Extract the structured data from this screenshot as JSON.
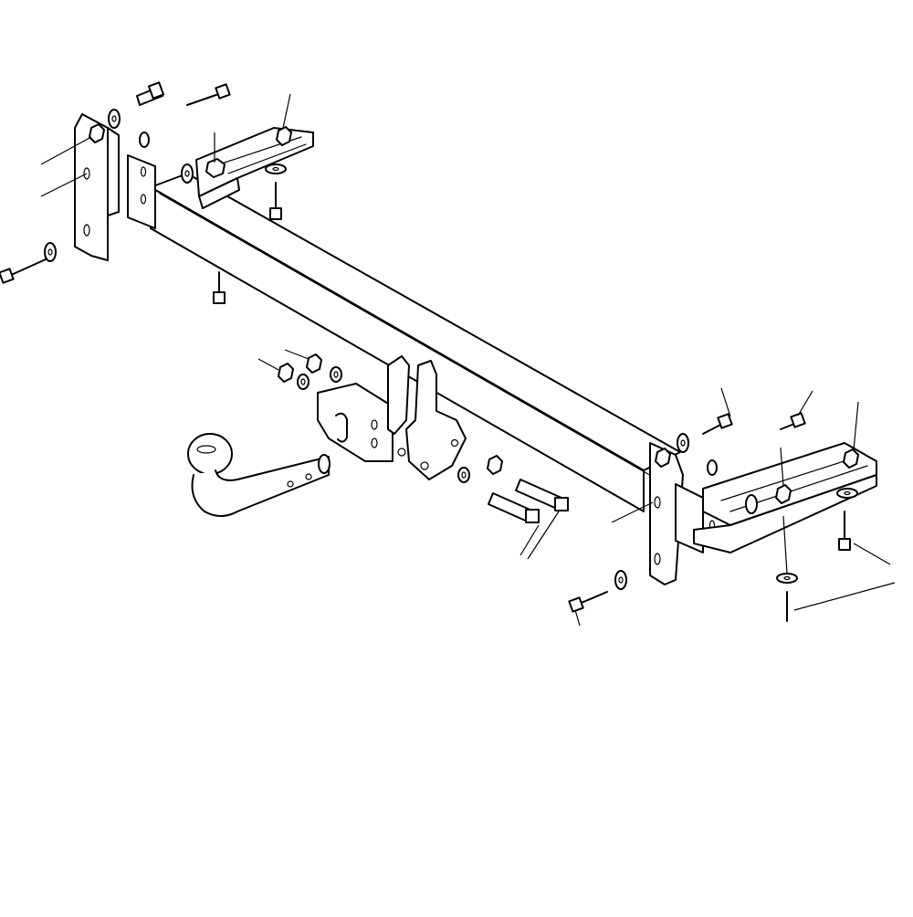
{
  "diagram": {
    "subject": "tow-bar-assembly",
    "colors": {
      "line": "#000000",
      "background": "#ffffff"
    },
    "parts": [
      "cross-beam",
      "left-side-bracket",
      "right-side-bracket",
      "left-chassis-rail",
      "right-chassis-rail",
      "tow-ball-neck",
      "mounting-plate",
      "bolts",
      "nuts",
      "washers",
      "leader-lines"
    ]
  }
}
